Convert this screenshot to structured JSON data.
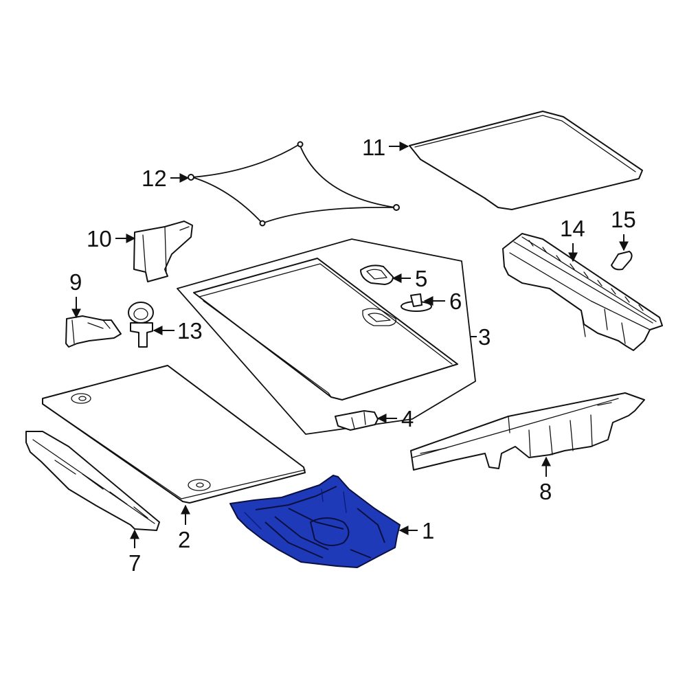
{
  "colors": {
    "line": "#111111",
    "background": "#ffffff",
    "highlight": "#1e3ab8",
    "highlight_dark": "#0a1a7a"
  },
  "callouts": [
    {
      "id": "1",
      "text": "1"
    },
    {
      "id": "2",
      "text": "2"
    },
    {
      "id": "3",
      "text": "3"
    },
    {
      "id": "4",
      "text": "4"
    },
    {
      "id": "5",
      "text": "5"
    },
    {
      "id": "6",
      "text": "6"
    },
    {
      "id": "7",
      "text": "7"
    },
    {
      "id": "8",
      "text": "8"
    },
    {
      "id": "9",
      "text": "9"
    },
    {
      "id": "10",
      "text": "10"
    },
    {
      "id": "11",
      "text": "11"
    },
    {
      "id": "12",
      "text": "12"
    },
    {
      "id": "13",
      "text": "13"
    },
    {
      "id": "14",
      "text": "14"
    },
    {
      "id": "15",
      "text": "15"
    }
  ],
  "highlighted_part": "1"
}
